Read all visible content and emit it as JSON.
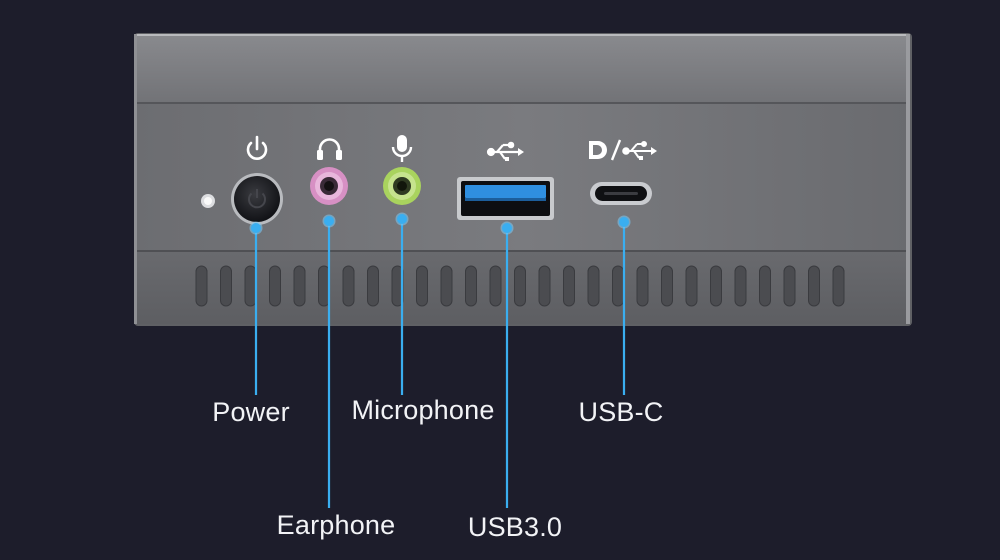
{
  "colors": {
    "background": "#1d1d2b",
    "callout": "#3aaef0",
    "label_text": "#f2f3f6",
    "earphone_jack": "#d790c4",
    "microphone_jack": "#a9d35e",
    "usb3_blue": "#2f8fe0"
  },
  "port_icons": {
    "power": "power-icon",
    "earphone": "headphones-icon",
    "microphone": "microphone-icon",
    "usb3": "usb-icon",
    "usb_c": "displayport-usb-icon"
  },
  "callouts": {
    "power": "Power",
    "earphone": "Earphone",
    "microphone": "Microphone",
    "usb3": "USB3.0",
    "usb_c": "USB-C"
  }
}
